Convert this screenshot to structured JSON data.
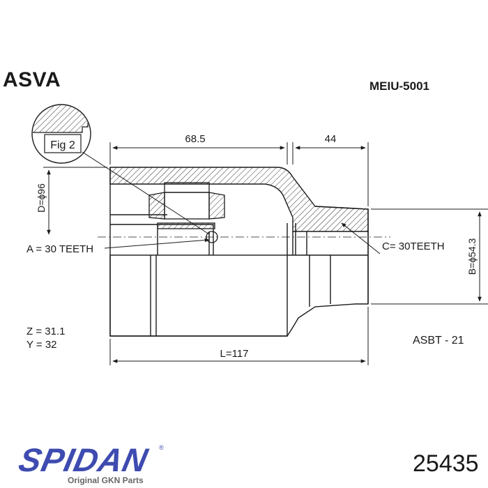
{
  "header": {
    "brand": "ASVA",
    "part_number": "MEIU-5001"
  },
  "figure": {
    "label": "Fig 2"
  },
  "dimensions": {
    "top_left": "68.5",
    "top_right": "44",
    "total_length": "L=117",
    "diameter_d": "D=ϕ96",
    "diameter_b": "B=ϕ54.3",
    "teeth_a": "A = 30 TEETH",
    "teeth_c": "C= 30TEETH"
  },
  "specs": {
    "z": "Z = 31.1",
    "y": "Y = 32",
    "code": "ASBT - 21"
  },
  "footer": {
    "logo": "SPIDAN",
    "registered_mark": "®",
    "tagline": "Original GKN Parts",
    "reference_number": "25435",
    "logo_color": "#3e4bb0"
  }
}
